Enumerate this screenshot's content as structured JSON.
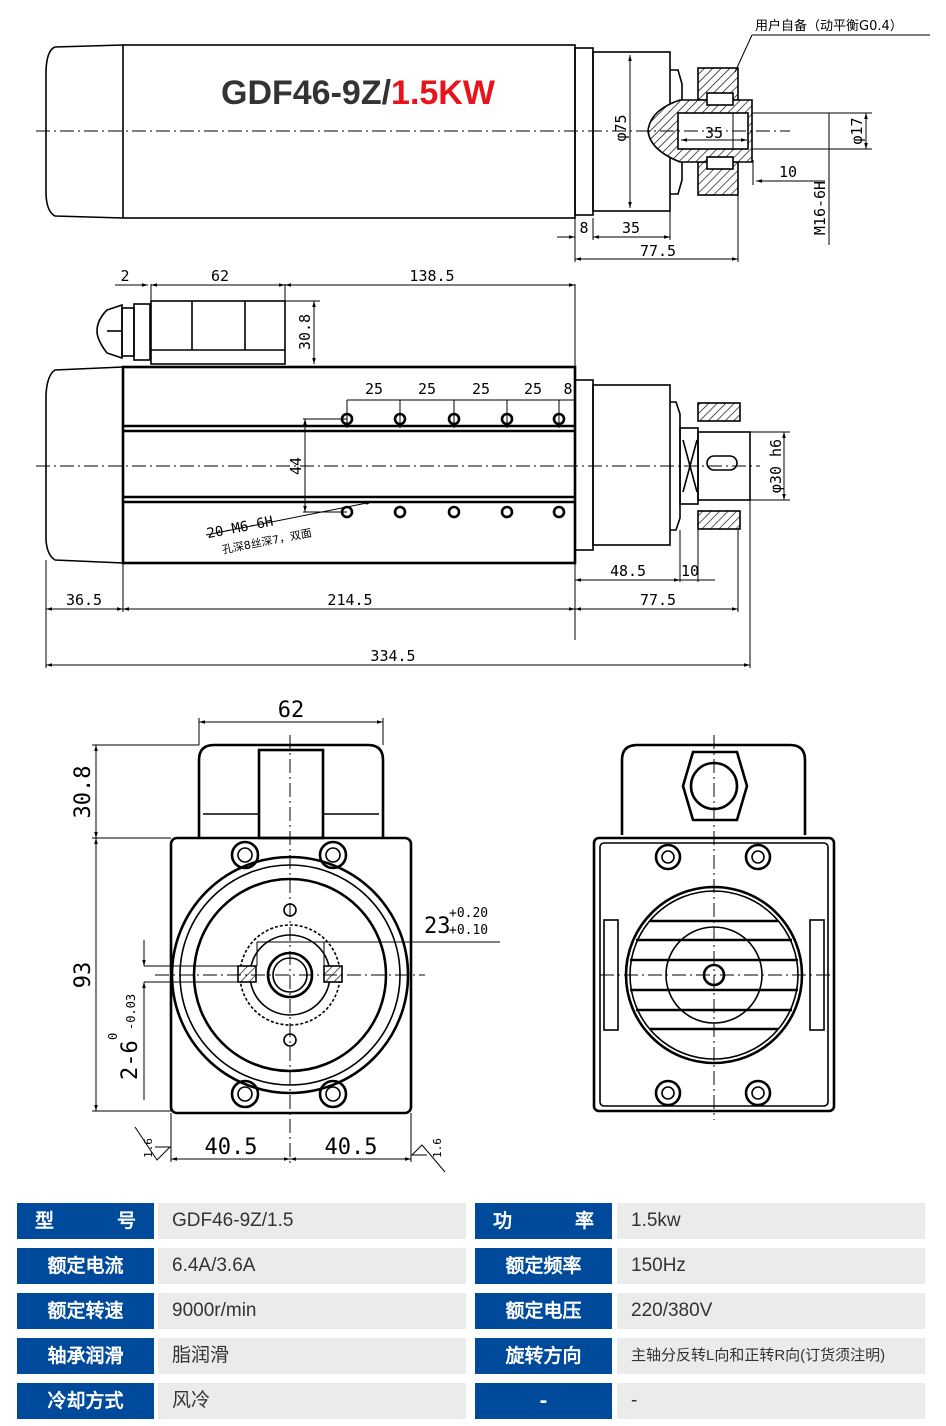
{
  "drawing": {
    "title_model": "GDF46-9Z/",
    "title_power": "1.5KW",
    "title_colors": {
      "model": "#333333",
      "power": "#e8141c"
    },
    "top_view": {
      "note_user_supplied": "用户自备（动平衡G0.4）",
      "dim_phi75": "φ75",
      "dim_35_inner": "35",
      "dim_phi17": "φ17",
      "dim_10": "10",
      "dim_thread": "M16-6H",
      "dim_8": "8",
      "dim_35": "35",
      "dim_77_5": "77.5"
    },
    "side_view": {
      "dim_2": "2",
      "dim_62": "62",
      "dim_138_5": "138.5",
      "dim_30_8": "30.8",
      "hole_pitch": [
        "25",
        "25",
        "25",
        "25",
        "8"
      ],
      "dim_44": "44",
      "hole_note_line1": "20-M6-6H",
      "hole_note_line2": "孔深8丝深7，双面",
      "dim_phi30": "φ30 h6",
      "dim_48_5": "48.5",
      "dim_10": "10",
      "dim_36_5": "36.5",
      "dim_214_5": "214.5",
      "dim_77_5": "77.5",
      "dim_334_5": "334.5"
    },
    "front_view": {
      "dim_62": "62",
      "dim_30_8": "30.8",
      "dim_93": "93",
      "dim_slot": "23",
      "dim_slot_upper": "+0.20",
      "dim_slot_lower": "+0.10",
      "dim_key": "2-6",
      "dim_key_upper": "0",
      "dim_key_lower": "-0.03",
      "dim_40_5_left": "40.5",
      "dim_40_5_right": "40.5",
      "roughness_left": "1.6",
      "roughness_right": "1.6"
    }
  },
  "specs": {
    "label_color": "#004a9c",
    "value_bg": "#ebebeb",
    "left": [
      {
        "label": [
          "型",
          "号"
        ],
        "value": "GDF46-9Z/1.5"
      },
      {
        "label": [
          "额定电流"
        ],
        "value": "6.4A/3.6A"
      },
      {
        "label": [
          "额定转速"
        ],
        "value": "9000r/min"
      },
      {
        "label": [
          "轴承润滑"
        ],
        "value": "脂润滑"
      },
      {
        "label": [
          "冷却方式"
        ],
        "value": "风冷"
      }
    ],
    "right": [
      {
        "label": [
          "功",
          "率"
        ],
        "value": "1.5kw"
      },
      {
        "label": [
          "额定频率"
        ],
        "value": "150Hz"
      },
      {
        "label": [
          "额定电压"
        ],
        "value": "220/380V"
      },
      {
        "label": [
          "旋转方向"
        ],
        "value": "主轴分反转L向和正转R向(订货须注明)"
      },
      {
        "label": [
          "-"
        ],
        "value": "-"
      }
    ]
  }
}
